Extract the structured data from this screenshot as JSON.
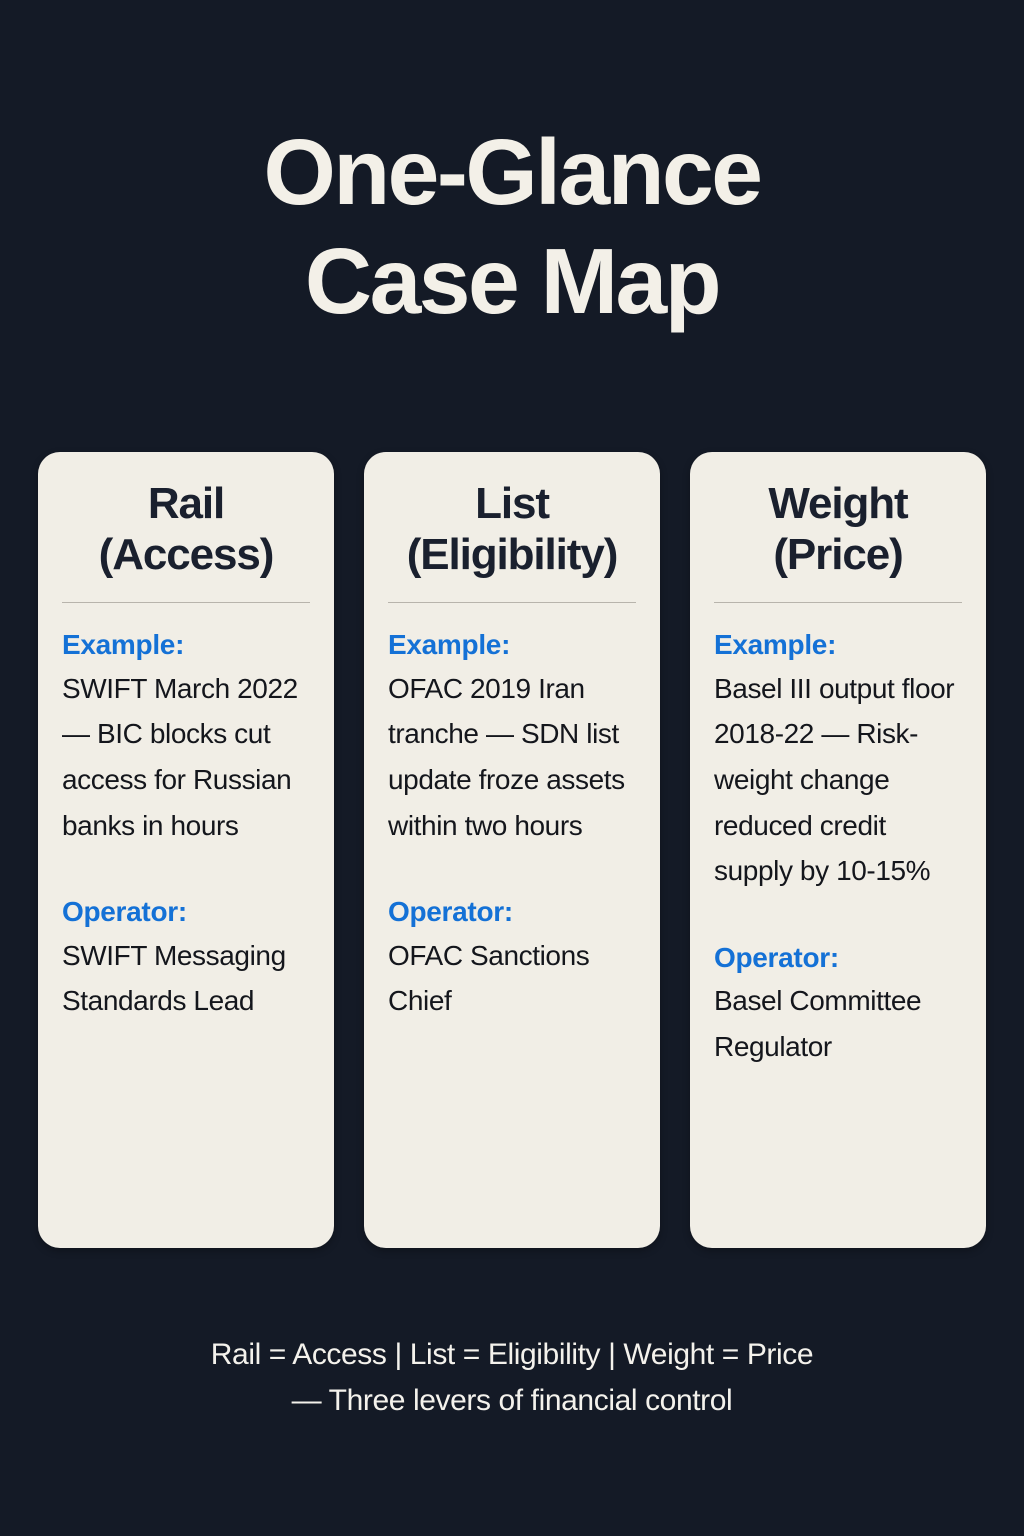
{
  "title": {
    "line1": "One-Glance",
    "line2": "Case Map"
  },
  "colors": {
    "background": "#141A26",
    "card": "#F1EEE6",
    "accent": "#1471D6",
    "title_text": "#F3F0E8",
    "body_text": "#14161C",
    "divider": "#B8B4AC"
  },
  "cards": [
    {
      "header_line1": "Rail",
      "header_line2": "(Access)",
      "example_label": "Example:",
      "example_value": "SWIFT March 2022 — BIC blocks cut access for Russian banks in hours",
      "operator_label": "Operator:",
      "operator_value": "SWIFT Messaging Standards Lead"
    },
    {
      "header_line1": "List",
      "header_line2": "(Eligibility)",
      "example_label": "Example:",
      "example_value": "OFAC 2019 Iran tranche — SDN list update froze assets within two hours",
      "operator_label": "Operator:",
      "operator_value": "OFAC Sanctions Chief"
    },
    {
      "header_line1": "Weight",
      "header_line2": "(Price)",
      "example_label": "Example:",
      "example_value": "Basel III output floor 2018-22 — Risk-weight change reduced credit supply by 10-15%",
      "operator_label": "Operator:",
      "operator_value": "Basel Committee Regulator"
    }
  ],
  "footer": {
    "line1": "Rail = Access | List = Eligibility | Weight = Price",
    "line2": "— Three levers of financial control"
  }
}
